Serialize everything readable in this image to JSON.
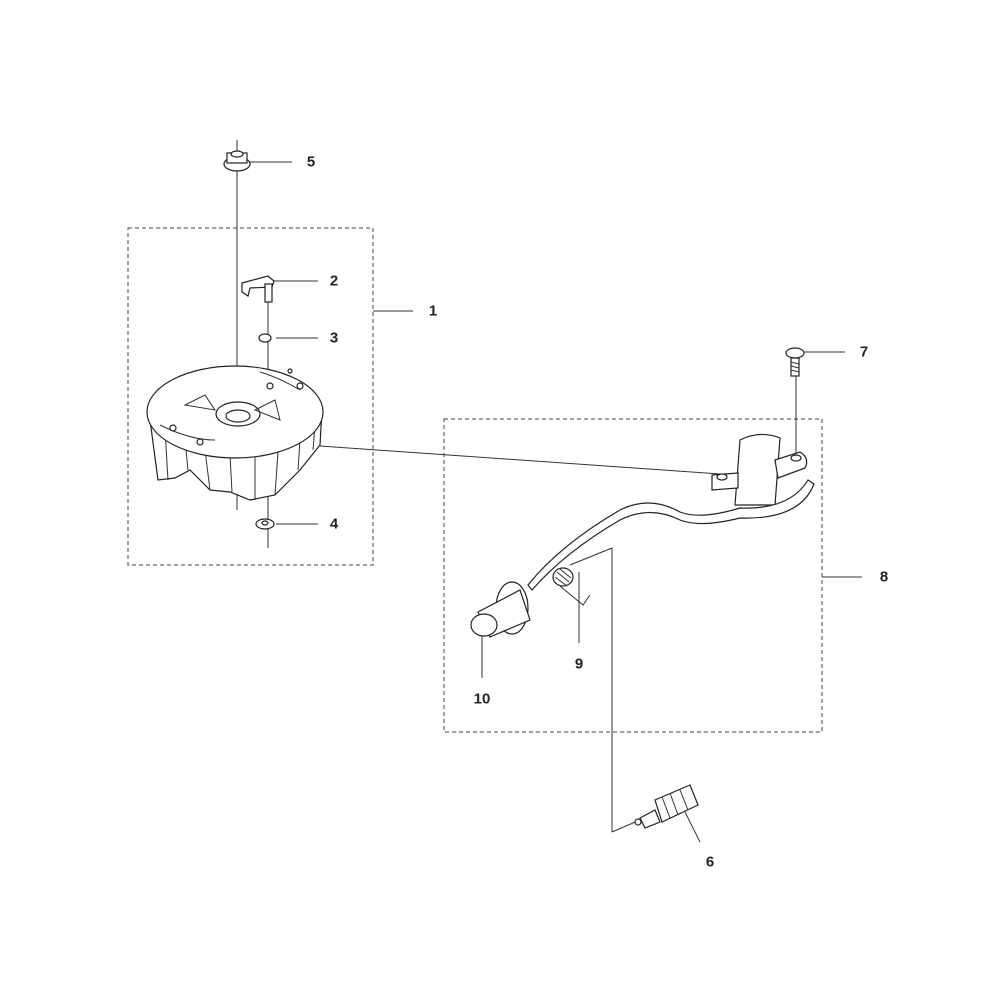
{
  "diagram": {
    "type": "exploded parts diagram",
    "callouts": [
      {
        "id": "1",
        "part": "flywheel-assembly"
      },
      {
        "id": "2",
        "part": "pawl"
      },
      {
        "id": "3",
        "part": "spring"
      },
      {
        "id": "4",
        "part": "washer"
      },
      {
        "id": "5",
        "part": "nut"
      },
      {
        "id": "6",
        "part": "spark-plug"
      },
      {
        "id": "7",
        "part": "screw"
      },
      {
        "id": "8",
        "part": "ignition-module-assembly"
      },
      {
        "id": "9",
        "part": "spring-clip"
      },
      {
        "id": "10",
        "part": "spark-plug-cap"
      }
    ]
  },
  "colors": {
    "line": "#222222",
    "background": "#ffffff"
  }
}
